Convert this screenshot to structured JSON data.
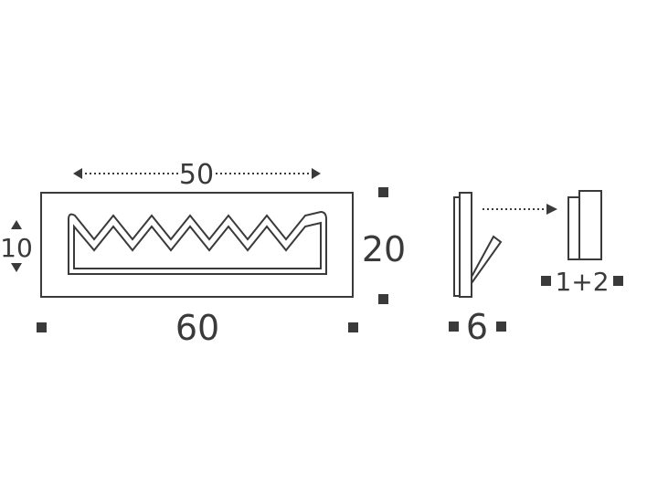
{
  "dimensions": {
    "inner_width": "50",
    "height_small": "10",
    "height": "20",
    "width": "60",
    "depth": "6",
    "mount": "1+2"
  },
  "colors": {
    "line": "#3a3a3a",
    "background": "#ffffff"
  }
}
